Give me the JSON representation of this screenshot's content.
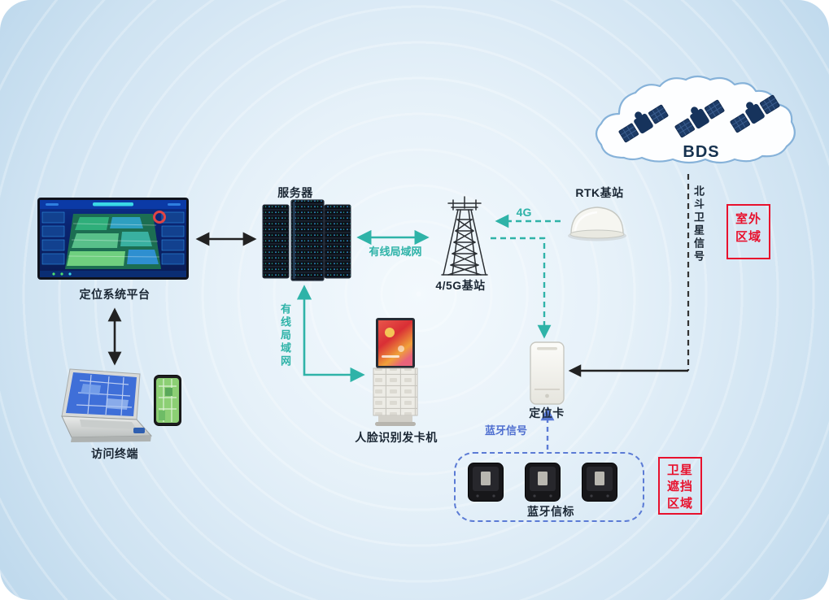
{
  "colors": {
    "teal_accent": "#2fb3a8",
    "blue_accent": "#5b7bd5",
    "red_accent": "#e8112d",
    "line_dark": "#222222"
  },
  "zones": {
    "outdoor": {
      "label": "室外区域"
    },
    "satellite_blocked": {
      "label": "卫星遮挡区域"
    }
  },
  "nodes": {
    "bds": {
      "label": "BDS"
    },
    "rtk_station": {
      "label": "RTK基站"
    },
    "base_station": {
      "label": "4/5G基站"
    },
    "server": {
      "label": "服务器"
    },
    "platform": {
      "label": "定位系统平台"
    },
    "access_terminal": {
      "label": "访问终端"
    },
    "face_kiosk": {
      "label": "人脸识别发卡机"
    },
    "positioning_card": {
      "label": "定位卡"
    },
    "bluetooth_beacons": {
      "label": "蓝牙信标"
    }
  },
  "edges": {
    "wired_lan_horizontal": {
      "label": "有线局域网"
    },
    "wired_lan_vertical": {
      "label": "有线局域网"
    },
    "fourg": {
      "label": "4G"
    },
    "beidou_signal": {
      "label": "北斗卫星信号"
    },
    "bluetooth_signal": {
      "label": "蓝牙信号"
    }
  }
}
